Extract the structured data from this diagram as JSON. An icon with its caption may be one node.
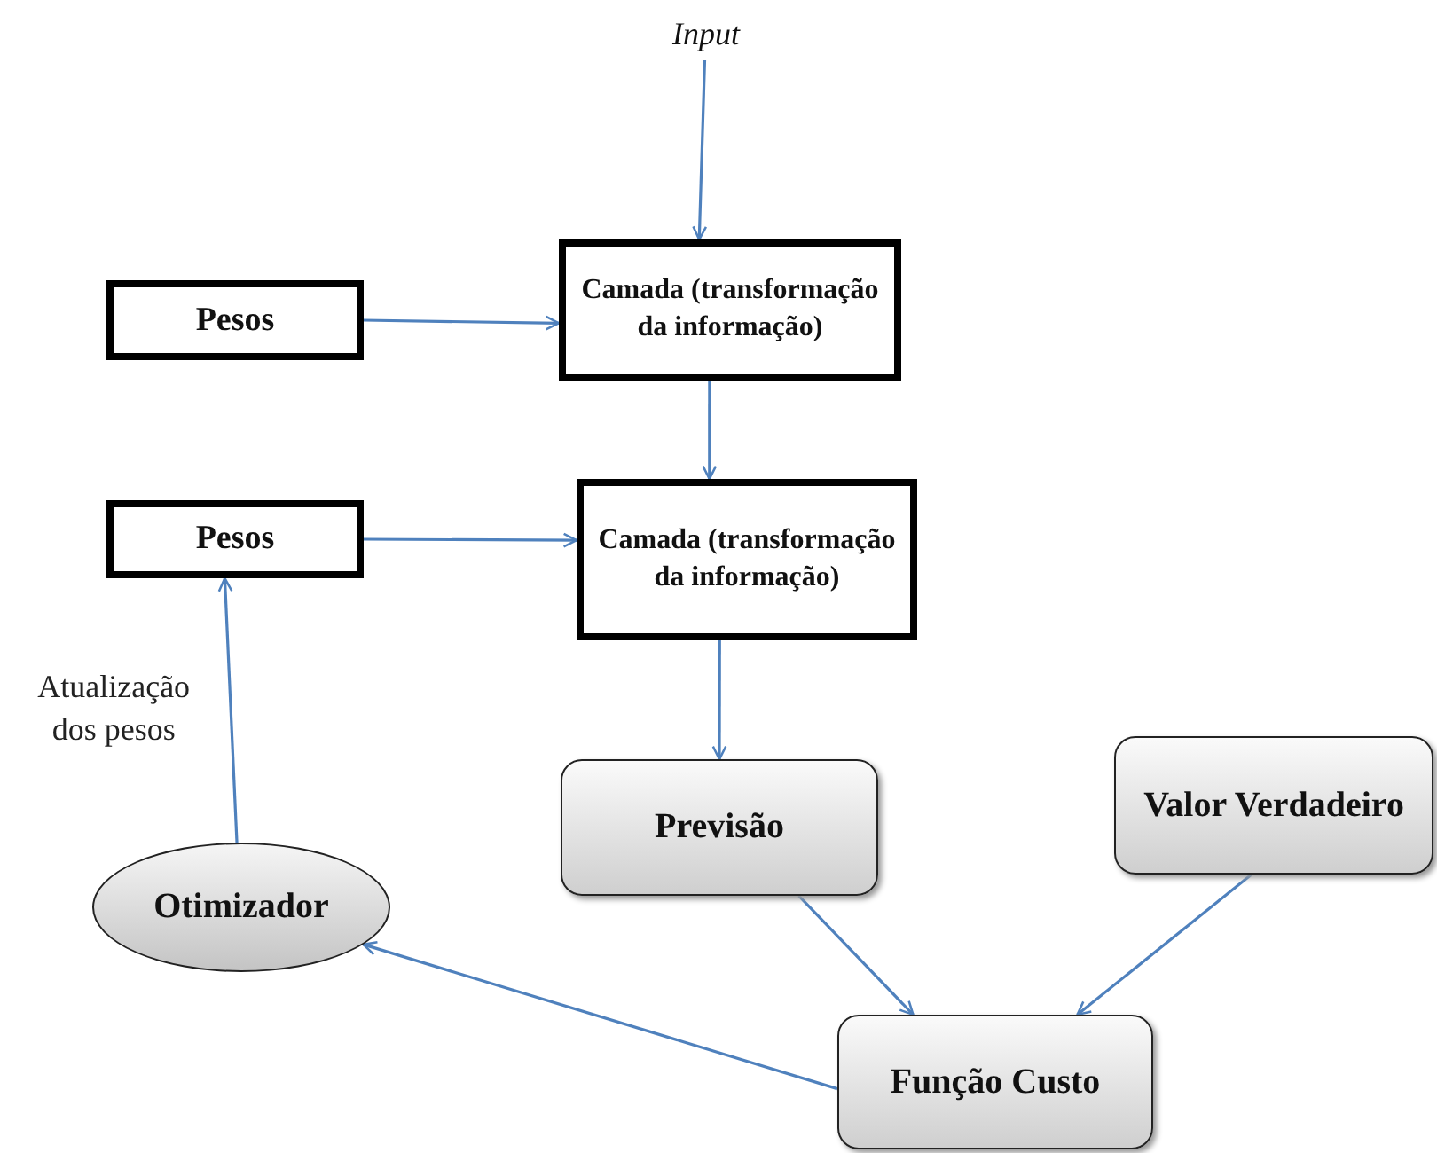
{
  "diagram": {
    "nodes": [
      {
        "text": [
          "Input"
        ]
      },
      {
        "text": [
          "Pesos"
        ]
      },
      {
        "text": [
          "Camada (transformação da informação)"
        ]
      },
      {
        "text": [
          "Pesos"
        ]
      },
      {
        "text": [
          "Camada (transformação da informação)"
        ]
      },
      {
        "text": [
          "Previsão"
        ]
      },
      {
        "text": [
          "Valor Verdadeiro"
        ]
      },
      {
        "text": [
          "Otimizador"
        ]
      },
      {
        "text": [
          "Função Custo"
        ]
      }
    ],
    "edges": [
      {
        "from": 0,
        "to": 2,
        "arrow": "to"
      },
      {
        "from": 1,
        "to": 2,
        "arrow": "to"
      },
      {
        "from": 2,
        "to": 4,
        "arrow": "to"
      },
      {
        "from": 3,
        "to": 4,
        "arrow": "to"
      },
      {
        "from": 4,
        "to": 5,
        "arrow": "to"
      },
      {
        "from": 5,
        "to": 8,
        "arrow": "to"
      },
      {
        "from": 6,
        "to": 8,
        "arrow": "to"
      },
      {
        "from": 8,
        "to": 7,
        "arrow": "to"
      },
      {
        "from": 7,
        "to": 3,
        "arrow": "to",
        "label": "Atualização dos pesos"
      }
    ]
  }
}
